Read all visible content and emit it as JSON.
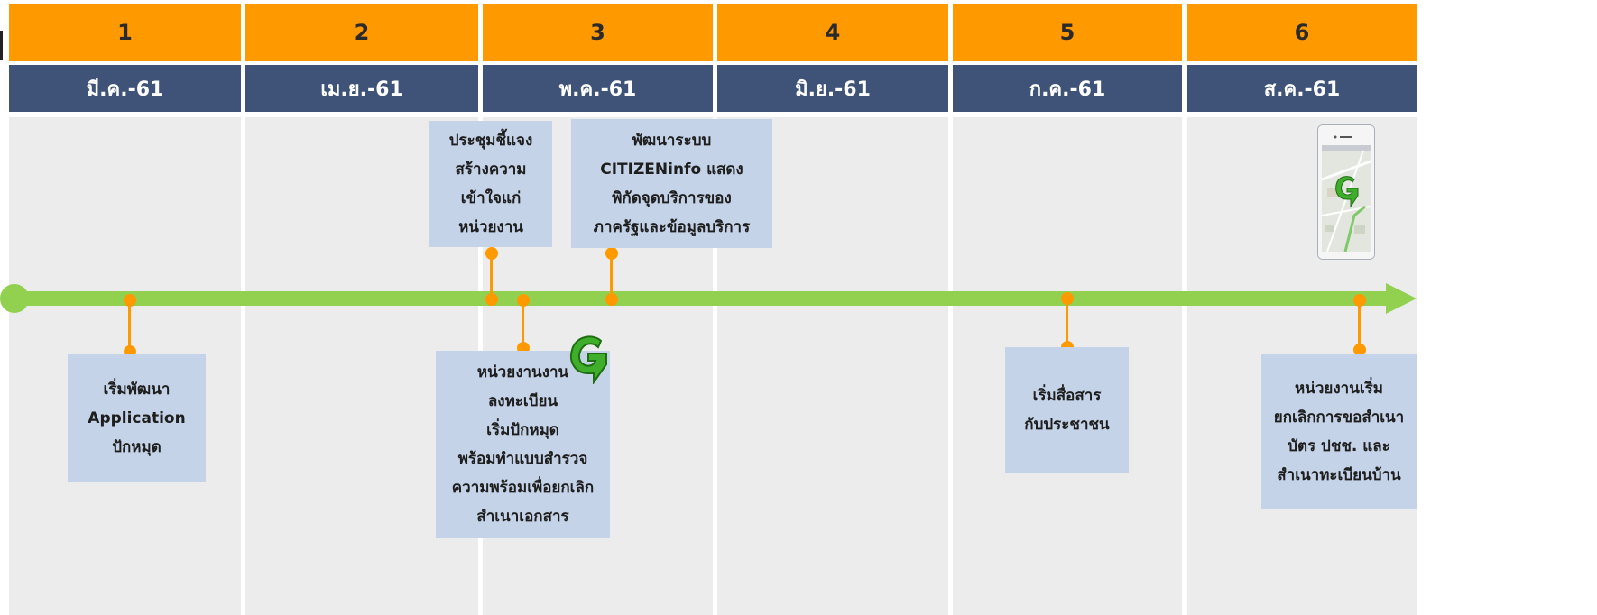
{
  "colors": {
    "number_bar": "#ff9900",
    "month_bar": "#3f5379",
    "column_background": "#ececec",
    "note_box": "#c5d3e8",
    "timeline": "#92d050",
    "connector": "#ff9900"
  },
  "columns": [
    {
      "number": "1",
      "month": "มี.ค.-61"
    },
    {
      "number": "2",
      "month": "เม.ย.-61"
    },
    {
      "number": "3",
      "month": "พ.ค.-61"
    },
    {
      "number": "4",
      "month": "มิ.ย.-61"
    },
    {
      "number": "5",
      "month": "ก.ค.-61"
    },
    {
      "number": "6",
      "month": "ส.ค.-61"
    }
  ],
  "milestones": [
    {
      "text": "เริ่มพัฒนา\nApplication\nปักหมุด"
    },
    {
      "text": "ประชุมชี้แจง\nสร้างความ\nเข้าใจแก่\nหน่วยงาน"
    },
    {
      "text": "หน่วยงานงาน\nลงทะเบียน\nเริ่มปักหมุด\nพร้อมทำแบบสำรวจ\nความพร้อมเพื่อยกเลิก\nสำเนาเอกสาร"
    },
    {
      "text": "พัฒนาระบบ\nCITIZENinfo แสดง\nพิกัดจุดบริการของ\nภาครัฐและข้อมูลบริการ"
    },
    {
      "text": "เริ่มสื่อสาร\nกับประชาชน"
    },
    {
      "text": "หน่วยงานเริ่ม\nยกเลิกการขอสำเนา\nบัตร ปชช. และ\nสำเนาทะเบียนบ้าน"
    }
  ],
  "icons": [
    "g-logo-icon",
    "phone-map-icon"
  ]
}
